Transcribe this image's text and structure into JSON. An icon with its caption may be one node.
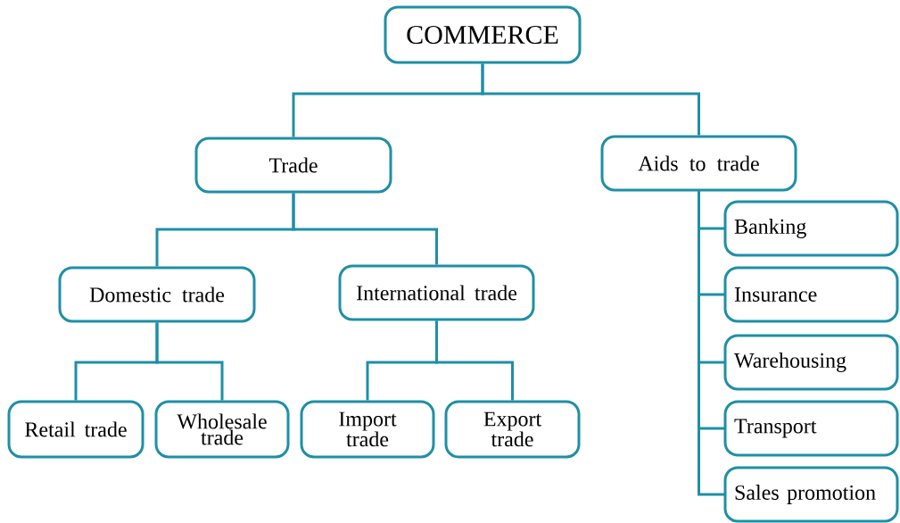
{
  "diagram": {
    "nodes": [
      {
        "text": [
          "COMMERCE"
        ]
      },
      {
        "text": [
          "Trade"
        ]
      },
      {
        "text": [
          "Aids to trade"
        ]
      },
      {
        "text": [
          "Domestic trade"
        ]
      },
      {
        "text": [
          "International trade"
        ]
      },
      {
        "text": [
          "Retail trade"
        ]
      },
      {
        "text": [
          "Wholesale trade"
        ]
      },
      {
        "text": [
          "Import trade"
        ]
      },
      {
        "text": [
          "Export trade"
        ]
      },
      {
        "text": [
          "Banking"
        ]
      },
      {
        "text": [
          "Insurance"
        ]
      },
      {
        "text": [
          "Warehousing"
        ]
      },
      {
        "text": [
          "Transport"
        ]
      },
      {
        "text": [
          "Sales promotion"
        ]
      }
    ],
    "edges": [
      {
        "from": 0,
        "to": 1,
        "arrow": "none"
      },
      {
        "from": 0,
        "to": 2,
        "arrow": "none"
      },
      {
        "from": 1,
        "to": 3,
        "arrow": "none"
      },
      {
        "from": 1,
        "to": 4,
        "arrow": "none"
      },
      {
        "from": 3,
        "to": 5,
        "arrow": "none"
      },
      {
        "from": 3,
        "to": 6,
        "arrow": "none"
      },
      {
        "from": 4,
        "to": 7,
        "arrow": "none"
      },
      {
        "from": 4,
        "to": 8,
        "arrow": "none"
      },
      {
        "from": 2,
        "to": 9,
        "arrow": "none"
      },
      {
        "from": 2,
        "to": 10,
        "arrow": "none"
      },
      {
        "from": 2,
        "to": 11,
        "arrow": "none"
      },
      {
        "from": 2,
        "to": 12,
        "arrow": "none"
      },
      {
        "from": 2,
        "to": 13,
        "arrow": "none"
      }
    ]
  }
}
